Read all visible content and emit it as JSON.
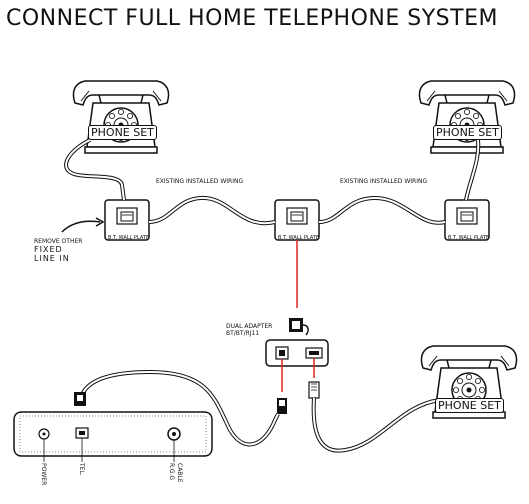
{
  "title": "CONNECT FULL HOME TELEPHONE SYSTEM",
  "phones": [
    {
      "label": "PHONE SET"
    },
    {
      "label": "PHONE SET"
    },
    {
      "label": "PHONE SET"
    }
  ],
  "wiring": {
    "left_label": "EXISTING INSTALLED WIRING",
    "right_label": "EXISTING INSTALLED WIRING"
  },
  "wall_plates": [
    {
      "label": "B.T. WALL PLATE"
    },
    {
      "label": "B.T. WALL PLATE"
    },
    {
      "label": "B.T. WALL PLATE"
    }
  ],
  "remove_note": {
    "line1": "REMOVE OTHER",
    "line2": "FIXED",
    "line3": "LINE IN"
  },
  "adapter": {
    "line1": "DUAL ADAPTER",
    "line2": "BT/BT/RJ11"
  },
  "router_ports": {
    "power": "POWER",
    "tel": "TEL.",
    "rgg": "R.G.G",
    "cable": "CABLE"
  },
  "colors": {
    "link_line": "#e0201c",
    "ink": "#111111"
  }
}
